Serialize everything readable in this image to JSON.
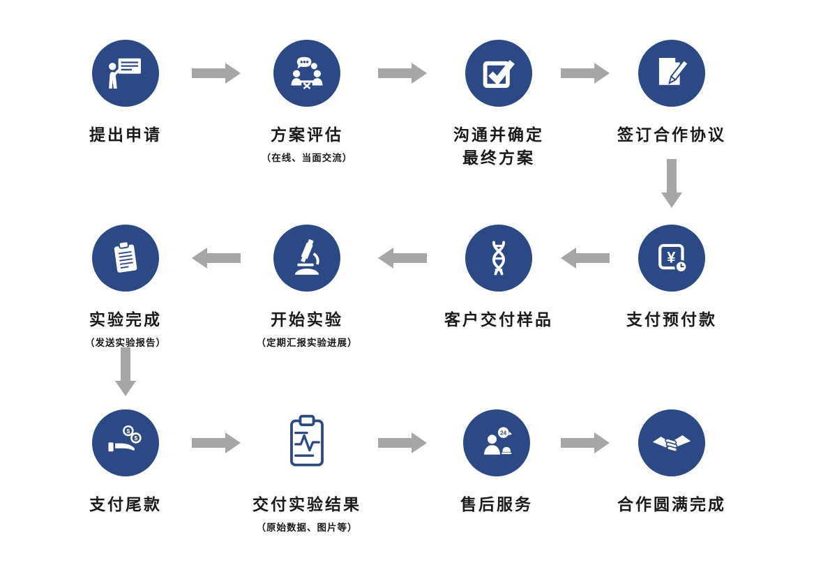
{
  "colors": {
    "circle": "#2b4a85",
    "arrow": "#a6a6a6",
    "text": "#1a1a1a",
    "background": "#ffffff"
  },
  "steps": [
    {
      "title": "提出申请",
      "subtitle": "",
      "icon": "presentation-icon"
    },
    {
      "title": "方案评估",
      "subtitle": "（在线、当面交流）",
      "icon": "discussion-icon"
    },
    {
      "title": "沟通并确定",
      "title2": "最终方案",
      "subtitle": "",
      "icon": "checkbox-icon"
    },
    {
      "title": "签订合作协议",
      "subtitle": "",
      "icon": "contract-pen-icon"
    },
    {
      "title": "支付预付款",
      "subtitle": "",
      "icon": "advance-payment-icon"
    },
    {
      "title": "客户交付样品",
      "subtitle": "",
      "icon": "dna-sample-icon"
    },
    {
      "title": "开始实验",
      "subtitle": "（定期汇报实验进展）",
      "icon": "microscope-icon"
    },
    {
      "title": "实验完成",
      "subtitle": "（发送实验报告）",
      "icon": "report-icon"
    },
    {
      "title": "支付尾款",
      "subtitle": "",
      "icon": "final-payment-icon"
    },
    {
      "title": "交付实验结果",
      "subtitle": "（原始数据、图片等）",
      "icon": "results-clipboard-icon"
    },
    {
      "title": "售后服务",
      "subtitle": "",
      "icon": "after-sales-icon"
    },
    {
      "title": "合作圆满完成",
      "subtitle": "",
      "icon": "handshake-icon"
    }
  ]
}
